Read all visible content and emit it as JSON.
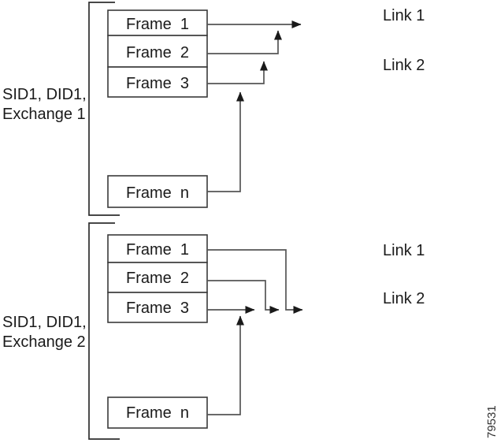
{
  "figure": {
    "background": "#ffffff",
    "colors": {
      "line": "#555555",
      "box_border": "#3a3a3a",
      "arrowhead": "#1a1a1a",
      "text": "#1a1a1a",
      "figure_number_color": "#333333"
    },
    "exchanges": [
      {
        "label_line1": "SID1, DID1,",
        "label_line2": "Exchange 1",
        "frames": {
          "f1": "Frame  1",
          "f2": "Frame  2",
          "f3": "Frame  3",
          "fn": "Frame  n"
        },
        "links": {
          "link1": "Link 1",
          "link2": "Link 2"
        }
      },
      {
        "label_line1": "SID1, DID1,",
        "label_line2": "Exchange 2",
        "frames": {
          "f1": "Frame  1",
          "f2": "Frame  2",
          "f3": "Frame  3",
          "fn": "Frame  n"
        },
        "links": {
          "link1": "Link 1",
          "link2": "Link 2"
        }
      }
    ],
    "figure_number": "79531"
  }
}
